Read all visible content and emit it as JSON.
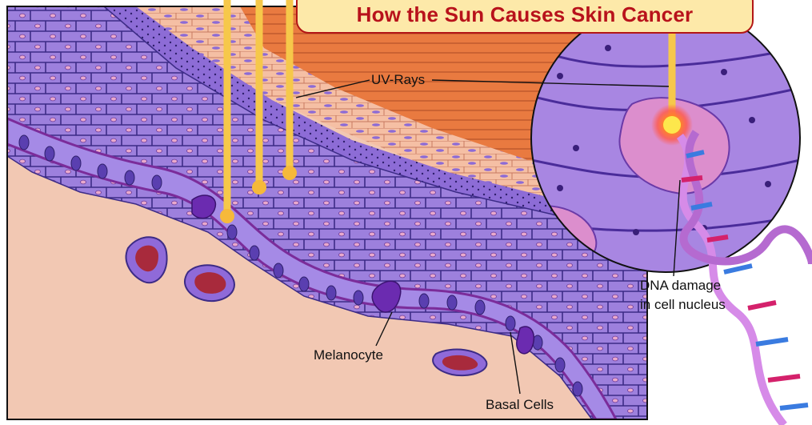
{
  "title": "How the Sun Causes Skin Cancer",
  "labels": {
    "uv_rays": "UV-Rays",
    "dna_damage_line1": "DNA damage",
    "dna_damage_line2": "in cell nucleus",
    "melanocyte": "Melanocyte",
    "basal_cells": "Basal Cells"
  },
  "colors": {
    "dermis": "#f2c8b3",
    "epidermis_cell": "#9f7fe0",
    "cell_outline": "#3c2b86",
    "stratum_corneum": "#e8783e",
    "uv_ray": "#f6c84a",
    "title_text": "#b8121b",
    "title_bg": "#fde9a9",
    "dna_strand": "#d68be8"
  }
}
